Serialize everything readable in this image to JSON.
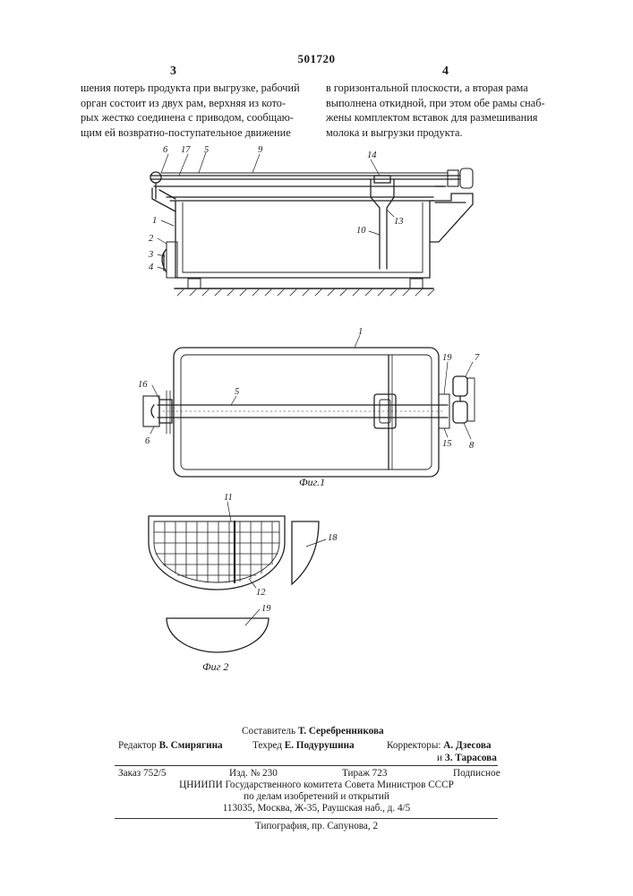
{
  "patent_number": "501720",
  "col_left_number": "3",
  "col_right_number": "4",
  "col_left_lines": [
    "шения потерь продукта при выгрузке, рабочий",
    "орган состоит из двух рам, верхняя из кото-",
    "рых жестко соединена с приводом, сообщаю-",
    "щим ей возвратно-поступательное движение"
  ],
  "col_right_lines": [
    "в горизонтальной плоскости, а вторая рама",
    "выполнена откидной, при этом обе рамы снаб-",
    "жены комплектом вставок для размешивания",
    "молока и выгрузки продукта."
  ],
  "fig1_labels": {
    "l1": "1",
    "l2": "2",
    "l3": "3",
    "l4": "4",
    "l5": "5",
    "l6": "6",
    "l9": "9",
    "l10": "10",
    "l13": "13",
    "l14": "14",
    "l17": "17",
    "p1": "1",
    "p5": "5",
    "p6": "6",
    "p7": "7",
    "p8": "8",
    "p15": "15",
    "p16": "16",
    "p19": "19"
  },
  "fig1_caption": "Фиг.1",
  "fig2_labels": {
    "l11": "11",
    "l12": "12",
    "l18": "18",
    "l19": "19"
  },
  "fig2_caption": "Фиг 2",
  "imprint": {
    "compiler_label": "Составитель",
    "compiler": "Т. Серебренникова",
    "editor_label": "Редактор",
    "editor": "В. Смирягина",
    "techred_label": "Техред",
    "techred": "Е. Подурушина",
    "correctors_label": "Корректоры:",
    "corrector1": "А. Дзесова",
    "corrector2_prefix": "и",
    "corrector2": "З. Тарасова",
    "order": "Заказ 752/5",
    "edition": "Изд. № 230",
    "run": "Тираж 723",
    "type": "Подписное",
    "org1": "ЦНИИПИ Государственного комитета Совета Министров СССР",
    "org2": "по делам изобретений и открытий",
    "address": "113035, Москва, Ж-35, Раушская наб., д. 4/5",
    "printer": "Типография, пр. Сапунова, 2"
  }
}
